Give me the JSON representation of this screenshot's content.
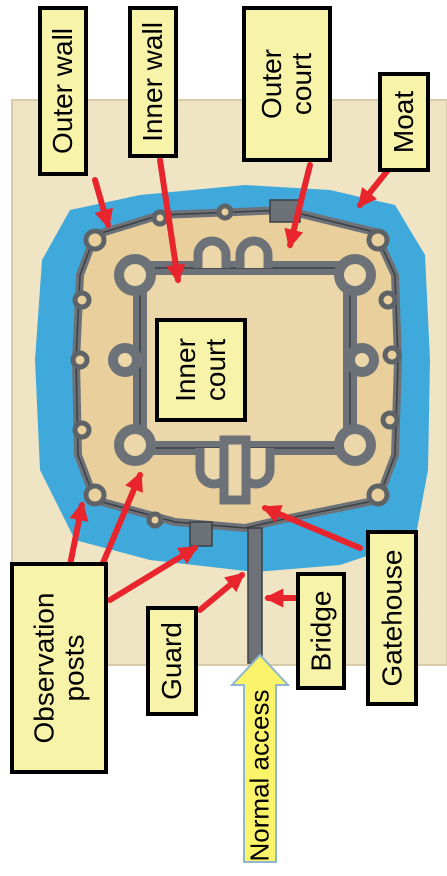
{
  "labels": {
    "outer_wall": "Outer wall",
    "inner_wall": "Inner wall",
    "outer_court": "Outer\ncourt",
    "moat": "Moat",
    "inner_court": "Inner\ncourt",
    "observation_posts": "Observation\nposts",
    "guard": "Guard",
    "normal_access": "Normal access",
    "bridge": "Bridge",
    "gatehouse": "Gatehouse"
  },
  "colors": {
    "moat": "#3fa9dc",
    "parchment": "#efe4c4",
    "court_sand": "#e9cf9c",
    "wall_stone": "#6d7278",
    "arrow": "#e8242c",
    "label_fill": "#f7f3a8",
    "access_arrow": "#fbf36a"
  }
}
